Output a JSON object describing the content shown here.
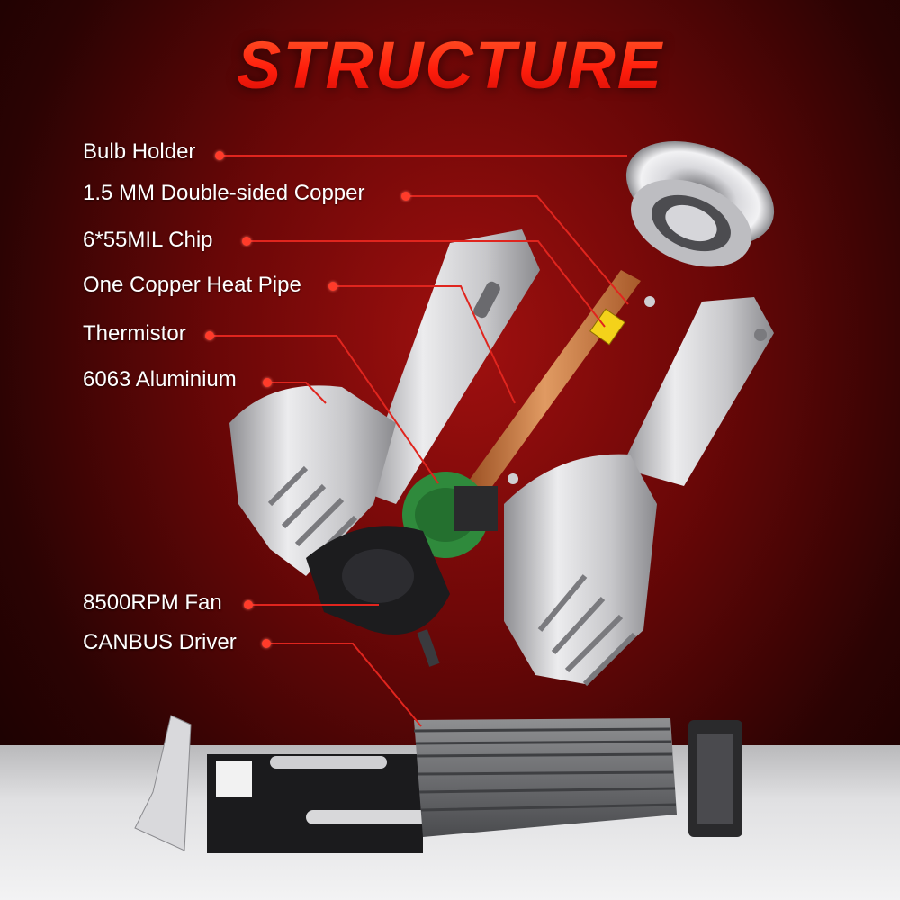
{
  "title": "STRUCTURE",
  "colors": {
    "accent_red": "#ff2a10",
    "leader_line": "#e0251e",
    "copper": "#c8713a",
    "aluminium": "#d4d4d6",
    "pcb_green": "#2f8a3c"
  },
  "labels": [
    {
      "id": "bulb-holder",
      "text": "Bulb Holder"
    },
    {
      "id": "copper-board",
      "text": "1.5 MM Double-sided Copper"
    },
    {
      "id": "chip",
      "text": "6*55MIL Chip"
    },
    {
      "id": "heat-pipe",
      "text": "One Copper Heat Pipe"
    },
    {
      "id": "thermistor",
      "text": "Thermistor"
    },
    {
      "id": "aluminium",
      "text": "6063 Aluminium"
    },
    {
      "id": "fan",
      "text": "8500RPM Fan"
    },
    {
      "id": "driver",
      "text": "CANBUS Driver"
    }
  ]
}
